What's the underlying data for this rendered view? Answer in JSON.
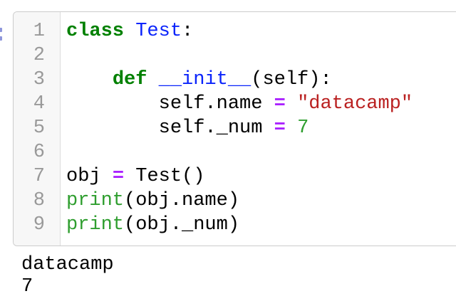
{
  "colors": {
    "kw": "#008000",
    "cls": "#0b24fb",
    "op": "#aa22ff",
    "str": "#ba2121",
    "num": "#2f9e2f",
    "builtin": "#2f9e2f",
    "pln": "#000000",
    "lineno": "#999999",
    "gutter_bg": "#f7f7f7",
    "border": "#cccccc",
    "separator": "#dddddd",
    "fragment": "#8e96db",
    "page_bg": "#ffffff"
  },
  "editor": {
    "line_numbers": [
      "1",
      "2",
      "3",
      "4",
      "5",
      "6",
      "7",
      "8",
      "9"
    ],
    "lines": [
      [
        {
          "s": "kw",
          "t": "class"
        },
        {
          "s": "pln",
          "t": " "
        },
        {
          "s": "cls",
          "t": "Test"
        },
        {
          "s": "pln",
          "t": ":"
        }
      ],
      [],
      [
        {
          "s": "pln",
          "t": "    "
        },
        {
          "s": "kw",
          "t": "def"
        },
        {
          "s": "pln",
          "t": " "
        },
        {
          "s": "cls",
          "t": "__init__"
        },
        {
          "s": "pln",
          "t": "(self):"
        }
      ],
      [
        {
          "s": "pln",
          "t": "        self.name "
        },
        {
          "s": "op",
          "t": "="
        },
        {
          "s": "pln",
          "t": " "
        },
        {
          "s": "str",
          "t": "\"datacamp\""
        }
      ],
      [
        {
          "s": "pln",
          "t": "        self._num "
        },
        {
          "s": "op",
          "t": "="
        },
        {
          "s": "pln",
          "t": " "
        },
        {
          "s": "num",
          "t": "7"
        }
      ],
      [],
      [
        {
          "s": "pln",
          "t": "obj "
        },
        {
          "s": "op",
          "t": "="
        },
        {
          "s": "pln",
          "t": " Test()"
        }
      ],
      [
        {
          "s": "builtin",
          "t": "print"
        },
        {
          "s": "pln",
          "t": "(obj.name)"
        }
      ],
      [
        {
          "s": "builtin",
          "t": "print"
        },
        {
          "s": "pln",
          "t": "(obj._num)"
        }
      ]
    ]
  },
  "output": {
    "lines": [
      "datacamp",
      "7"
    ]
  }
}
